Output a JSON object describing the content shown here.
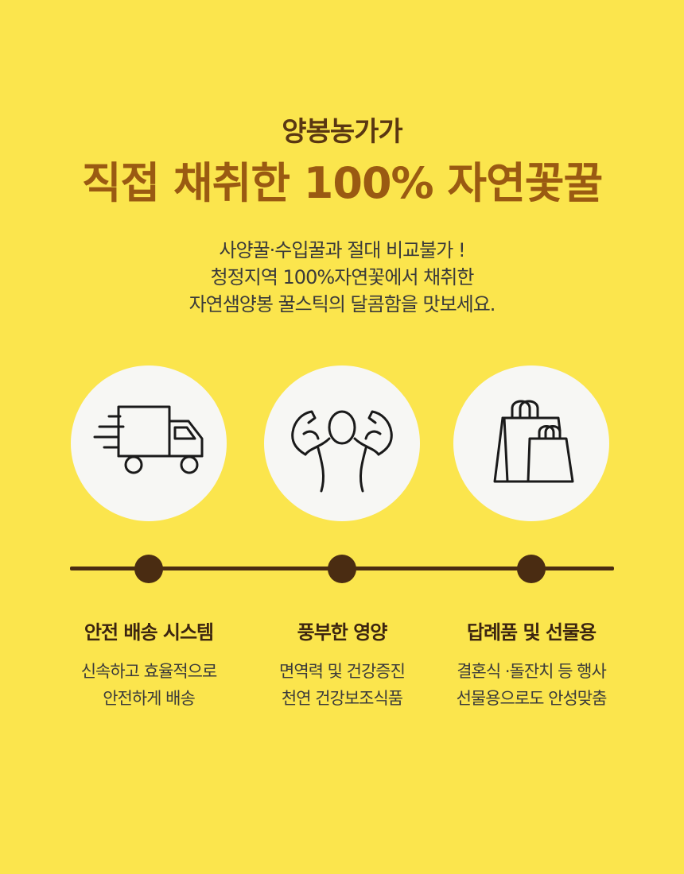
{
  "header": {
    "pre_title": "양봉농가가",
    "main_title": "직접 채취한 100% 자연꽃꿀"
  },
  "description": {
    "lines": [
      "사양꿀·수입꿀과 절대 비교불가 !",
      "청정지역 100%자연꽃에서 채취한",
      "자연샘양봉 꿀스틱의 달콤함을 맛보세요."
    ]
  },
  "features": [
    {
      "icon": "delivery-truck-icon",
      "title": "안전 배송 시스템",
      "desc_lines": [
        "신속하고 효율적으로",
        "안전하게 배송"
      ]
    },
    {
      "icon": "muscle-body-icon",
      "title": "풍부한 영양",
      "desc_lines": [
        "면역력 및 건강증진",
        "천연 건강보조식품"
      ]
    },
    {
      "icon": "shopping-bags-icon",
      "title": "답례품 및 선물용",
      "desc_lines": [
        "결혼식 ·돌잔치 등 행사",
        "선물용으로도 안성맞춤"
      ]
    }
  ],
  "colors": {
    "background": "#fbe54d",
    "title_dark": "#5a3712",
    "title_accent": "#9a5a12",
    "timeline": "#4a2c12"
  }
}
